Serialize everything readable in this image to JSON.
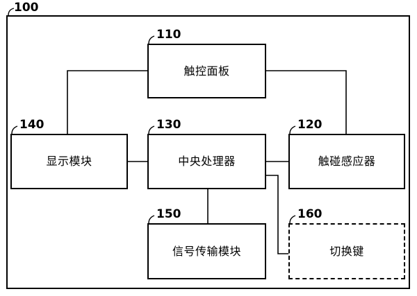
{
  "diagram": {
    "frame_ref": "100",
    "blocks": {
      "touch_panel": {
        "ref": "110",
        "label": "触控面板"
      },
      "touch_sensor": {
        "ref": "120",
        "label": "触碰感应器"
      },
      "cpu": {
        "ref": "130",
        "label": "中央处理器"
      },
      "display_module": {
        "ref": "140",
        "label": "显示模块"
      },
      "signal_transmission": {
        "ref": "150",
        "label": "信号传输模块"
      },
      "switch_key": {
        "ref": "160",
        "label": "切换键"
      }
    }
  }
}
